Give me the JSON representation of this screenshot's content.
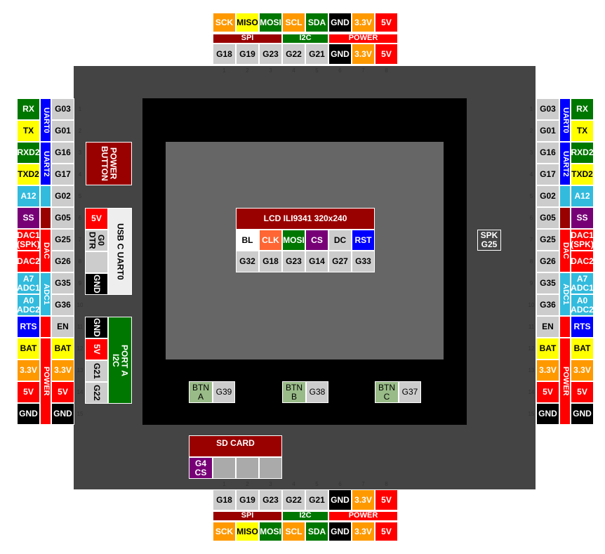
{
  "colors": {
    "board": "#444444",
    "screen_bezel": "#000000",
    "screen": "#666666",
    "gray_pin": "#cccccc",
    "dark_red": "#990000",
    "red": "#ff0000",
    "green": "#007700",
    "orange": "#ff9900",
    "yellow": "#ffff00",
    "blue": "#0000ff",
    "light_blue": "#33bbdd",
    "purple": "#770077",
    "black": "#000000",
    "white": "#ffffff",
    "coral": "#ff6633",
    "sage": "#99bb88"
  },
  "top_header": {
    "functions": [
      "SCK",
      "MISO",
      "MOSI",
      "SCL",
      "SDA",
      "GND",
      "3.3V",
      "5V"
    ],
    "groups": [
      "SPI",
      "I2C",
      "POWER"
    ],
    "pins": [
      "G18",
      "G19",
      "G23",
      "G22",
      "G21",
      "GND",
      "3.3V",
      "5V"
    ],
    "numbers": [
      "1",
      "2",
      "3",
      "4",
      "5",
      "6",
      "7",
      "8"
    ]
  },
  "bottom_header": {
    "numbers": [
      "1",
      "2",
      "3",
      "4",
      "5",
      "6",
      "7",
      "8"
    ],
    "pins": [
      "G18",
      "G19",
      "G23",
      "G22",
      "G21",
      "GND",
      "3.3V",
      "5V"
    ],
    "groups": [
      "SPI",
      "I2C",
      "POWER"
    ],
    "functions": [
      "SCK",
      "MISO",
      "MOSI",
      "SCL",
      "SDA",
      "GND",
      "3.3V",
      "5V"
    ]
  },
  "left_header": {
    "numbers": [
      "1",
      "2",
      "3",
      "4",
      "5",
      "6",
      "7",
      "8",
      "9",
      "10",
      "11",
      "12",
      "13",
      "14",
      "15"
    ],
    "pins": [
      "G03",
      "G01",
      "G16",
      "G17",
      "G02",
      "G05",
      "G25",
      "G26",
      "G35",
      "G36",
      "EN",
      "BAT",
      "3.3V",
      "5V",
      "GND"
    ],
    "functions": [
      "RX",
      "TX",
      "RXD2",
      "TXD2",
      "A12",
      "SS",
      "DAC1\n(SPK)",
      "DAC2",
      "A7\nADC1",
      "A0\nADC2",
      "RTS",
      "BAT",
      "3.3V",
      "5V",
      "GND"
    ],
    "groups": [
      "UART0",
      "UART2",
      "DAC",
      "ADC1",
      "POWER"
    ]
  },
  "right_header": {
    "numbers": [
      "1",
      "2",
      "3",
      "4",
      "5",
      "6",
      "7",
      "8",
      "9",
      "10",
      "11",
      "12",
      "13",
      "14",
      "15"
    ],
    "pins": [
      "G03",
      "G01",
      "G16",
      "G17",
      "G02",
      "G05",
      "G25",
      "G26",
      "G35",
      "G36",
      "EN",
      "BAT",
      "3.3V",
      "5V",
      "GND"
    ],
    "functions": [
      "RX",
      "TX",
      "RXD2",
      "TXD2",
      "A12",
      "SS",
      "DAC1\n(SPK)",
      "DAC2",
      "A7\nADC1",
      "A0\nADC2",
      "RTS",
      "BAT",
      "3.3V",
      "5V",
      "GND"
    ],
    "groups": [
      "UART0",
      "UART2",
      "DAC",
      "ADC1",
      "POWER"
    ]
  },
  "power_button": "POWER\nBUTTON",
  "usb": {
    "title": "USB C UART0",
    "pins": [
      "5V",
      "G0\nDTR",
      "",
      "GND"
    ]
  },
  "port_a": {
    "title": "PORT A\nI2C",
    "pins": [
      "GND",
      "5V",
      "G21",
      "G22"
    ]
  },
  "lcd": {
    "title": "LCD ILI9341 320x240",
    "functions": [
      "BL",
      "CLK",
      "MOSI",
      "CS",
      "DC",
      "RST"
    ],
    "pins": [
      "G32",
      "G18",
      "G23",
      "G14",
      "G27",
      "G33"
    ]
  },
  "speaker": "SPK\nG25",
  "buttons": [
    {
      "label": "BTN\nA",
      "pin": "G39"
    },
    {
      "label": "BTN\nB",
      "pin": "G38"
    },
    {
      "label": "BTN\nC",
      "pin": "G37"
    }
  ],
  "sd_card": {
    "title": "SD CARD",
    "cs": "G4\nCS",
    "empty": [
      "",
      "",
      ""
    ]
  }
}
